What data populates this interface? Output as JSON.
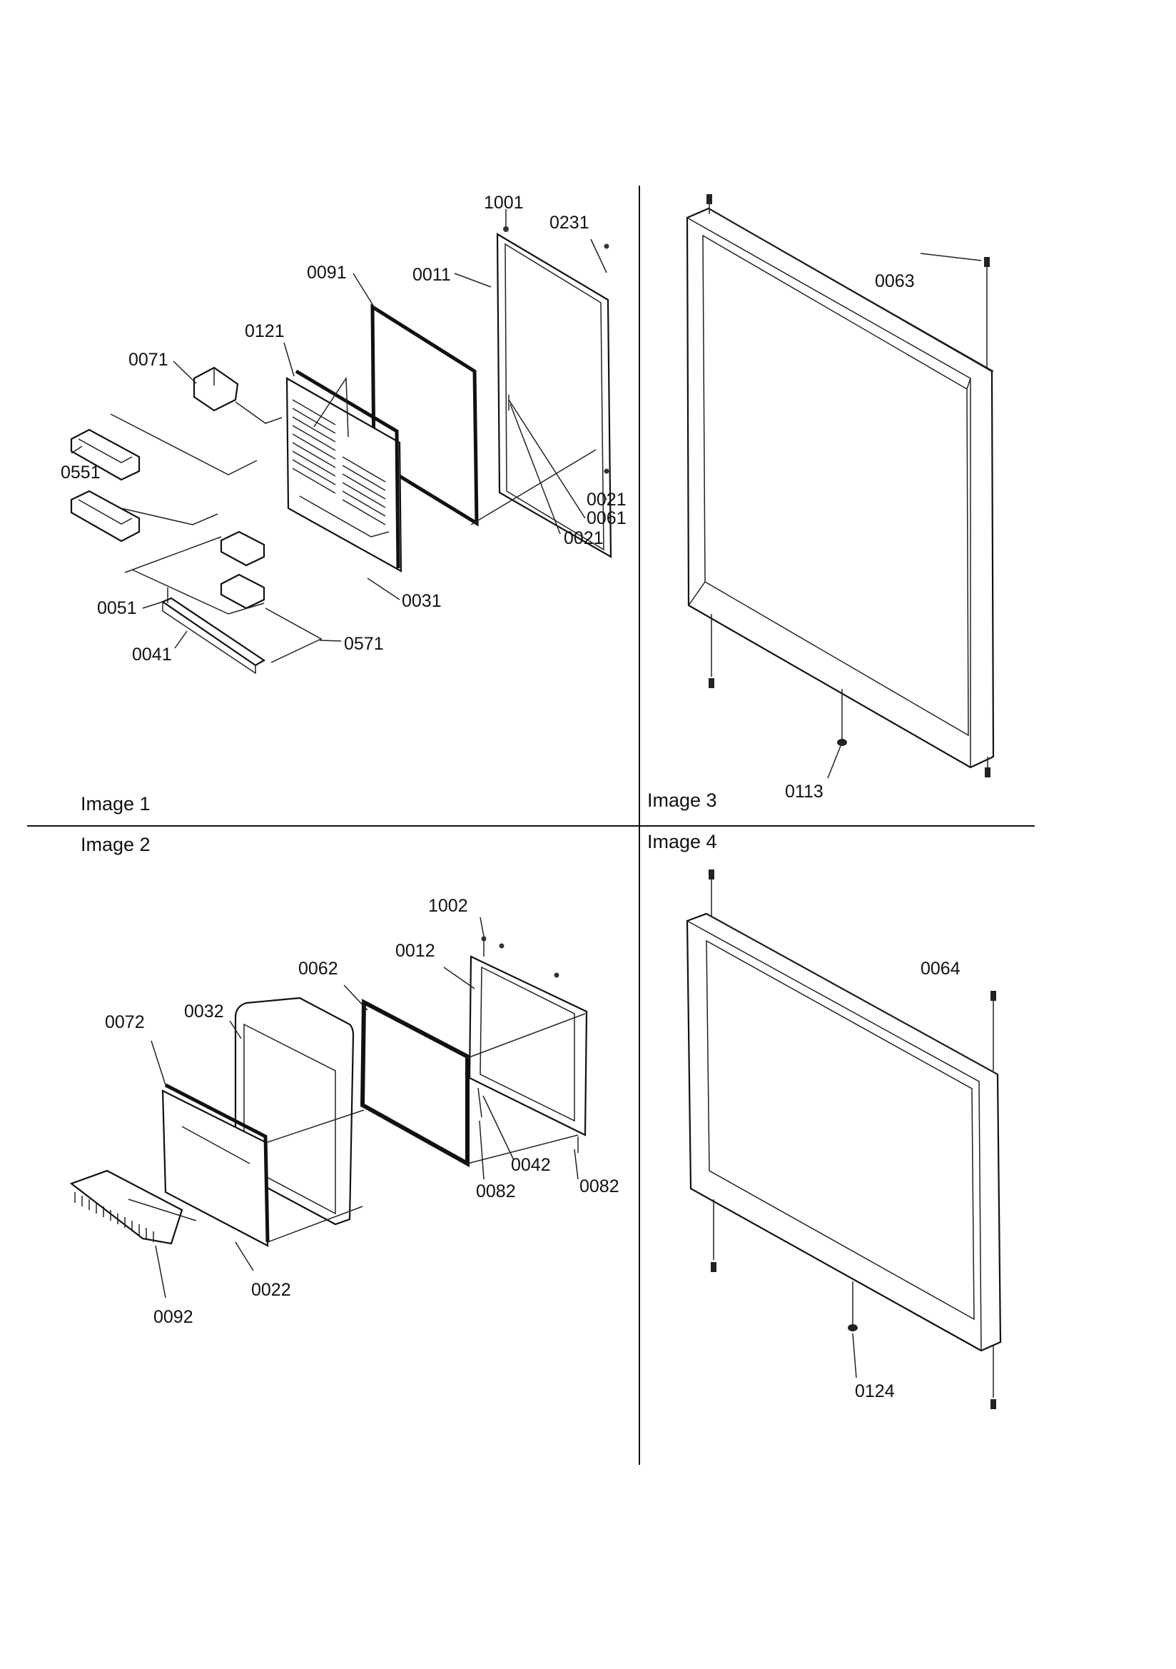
{
  "panels": [
    {
      "caption": "Image 1"
    },
    {
      "caption": "Image 2"
    },
    {
      "caption": "Image 3"
    },
    {
      "caption": "Image 4"
    }
  ],
  "image1_labels": [
    "1001",
    "0231",
    "0091",
    "0011",
    "0121",
    "0071",
    "0551",
    "0021",
    "0061",
    "0021",
    "0051",
    "0031",
    "0041",
    "0571"
  ],
  "image2_labels": [
    "1002",
    "0012",
    "0062",
    "0072",
    "0032",
    "0042",
    "0082",
    "0082",
    "0022",
    "0092"
  ],
  "image3_labels": [
    "0063",
    "0113"
  ],
  "image4_labels": [
    "0064",
    "0124"
  ]
}
